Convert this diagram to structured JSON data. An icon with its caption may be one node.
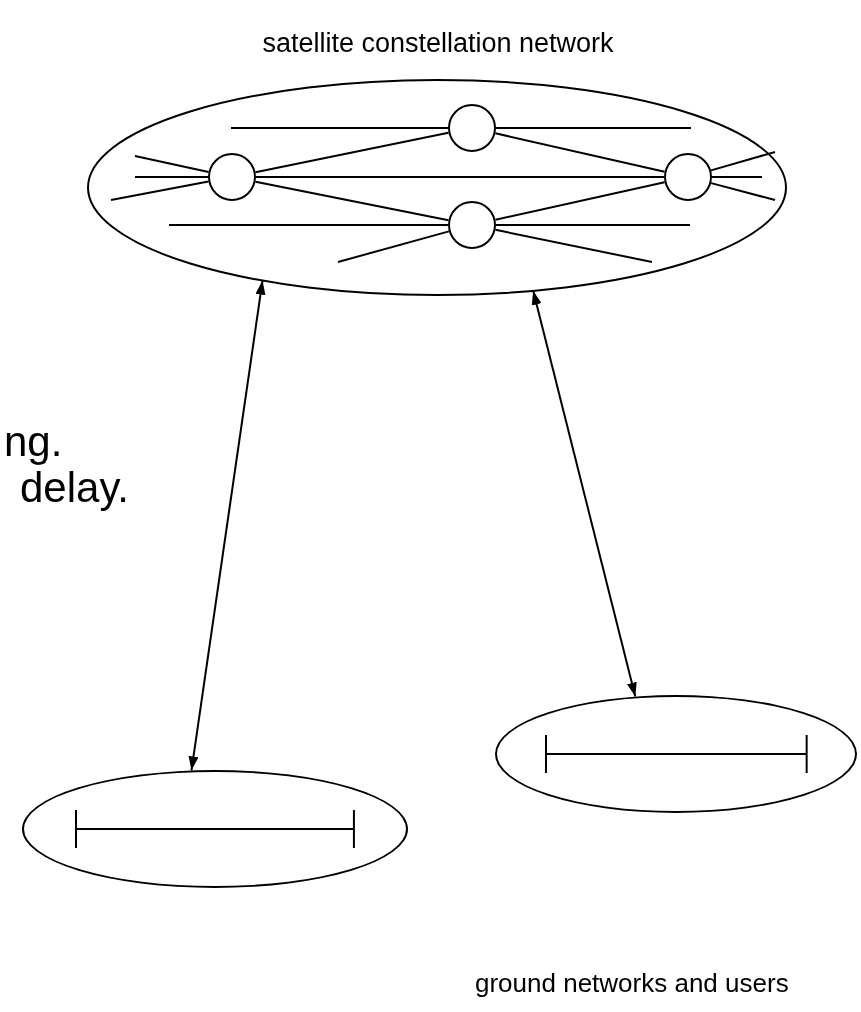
{
  "diagram": {
    "nodes": [
      {
        "text": [
          "satellite constellation network"
        ]
      },
      {
        "text": [],
        "shape": "circle",
        "in": 0
      },
      {
        "text": [],
        "shape": "circle",
        "in": 0
      },
      {
        "text": [],
        "shape": "circle",
        "in": 0
      },
      {
        "text": [],
        "shape": "circle",
        "in": 0
      },
      {
        "text": [],
        "shape": "ellipse"
      },
      {
        "text": [],
        "shape": "ellipse"
      }
    ],
    "edges": [
      {
        "from": 1,
        "to": 2,
        "arrow": "none"
      },
      {
        "from": 1,
        "to": 4,
        "arrow": "none"
      },
      {
        "from": 1,
        "to": 3,
        "arrow": "none"
      },
      {
        "from": 2,
        "to": 4,
        "arrow": "none"
      },
      {
        "from": 3,
        "to": 4,
        "arrow": "none"
      },
      {
        "from": 1,
        "to": null,
        "arrow": "none"
      },
      {
        "from": 1,
        "to": null,
        "arrow": "none"
      },
      {
        "from": 1,
        "to": null,
        "arrow": "none"
      },
      {
        "from": 2,
        "to": null,
        "arrow": "none"
      },
      {
        "from": 2,
        "to": null,
        "arrow": "none"
      },
      {
        "from": 4,
        "to": null,
        "arrow": "none"
      },
      {
        "from": 4,
        "to": null,
        "arrow": "none"
      },
      {
        "from": 4,
        "to": null,
        "arrow": "none"
      },
      {
        "from": 3,
        "to": null,
        "arrow": "none"
      },
      {
        "from": 3,
        "to": null,
        "arrow": "none"
      },
      {
        "from": 3,
        "to": null,
        "arrow": "none"
      },
      {
        "from": 3,
        "to": null,
        "arrow": "none"
      },
      {
        "from": 0,
        "to": 6,
        "arrow": "both"
      },
      {
        "from": 0,
        "to": 5,
        "arrow": "both"
      }
    ],
    "labels": [
      "ng.",
      "delay.",
      "ground networks and users"
    ]
  }
}
